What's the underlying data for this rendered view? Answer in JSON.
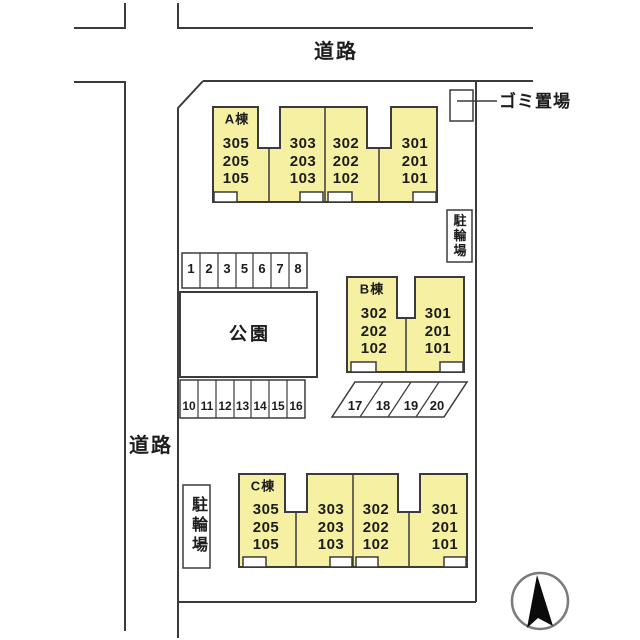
{
  "plan": {
    "road_label_top": "道路",
    "road_label_left": "道路",
    "garbage_label": "ゴミ置場",
    "park_label": "公園",
    "bike_right_label": "駐輪場",
    "bike_left_label": "駐輪場",
    "buildings": [
      {
        "name": "A棟",
        "units": [
          {
            "rooms": [
              "305",
              "205",
              "105"
            ]
          },
          {
            "rooms": [
              "303",
              "203",
              "103"
            ]
          },
          {
            "rooms": [
              "302",
              "202",
              "102"
            ]
          },
          {
            "rooms": [
              "301",
              "201",
              "101"
            ]
          }
        ]
      },
      {
        "name": "B棟",
        "units": [
          {
            "rooms": [
              "302",
              "202",
              "102"
            ]
          },
          {
            "rooms": [
              "301",
              "201",
              "101"
            ]
          }
        ]
      },
      {
        "name": "C棟",
        "units": [
          {
            "rooms": [
              "305",
              "205",
              "105"
            ]
          },
          {
            "rooms": [
              "303",
              "203",
              "103"
            ]
          },
          {
            "rooms": [
              "302",
              "202",
              "102"
            ]
          },
          {
            "rooms": [
              "301",
              "201",
              "101"
            ]
          }
        ]
      }
    ],
    "parking": {
      "row_top": [
        "1",
        "2",
        "3",
        "5",
        "6",
        "7",
        "8"
      ],
      "row_bottom": [
        "10",
        "11",
        "12",
        "13",
        "14",
        "15",
        "16"
      ],
      "diagonal": [
        "17",
        "18",
        "19",
        "20"
      ]
    },
    "colors": {
      "building_fill": "#f6f0a2",
      "line": "#3b3b3b",
      "compass_ring": "#7a7a7a"
    }
  }
}
